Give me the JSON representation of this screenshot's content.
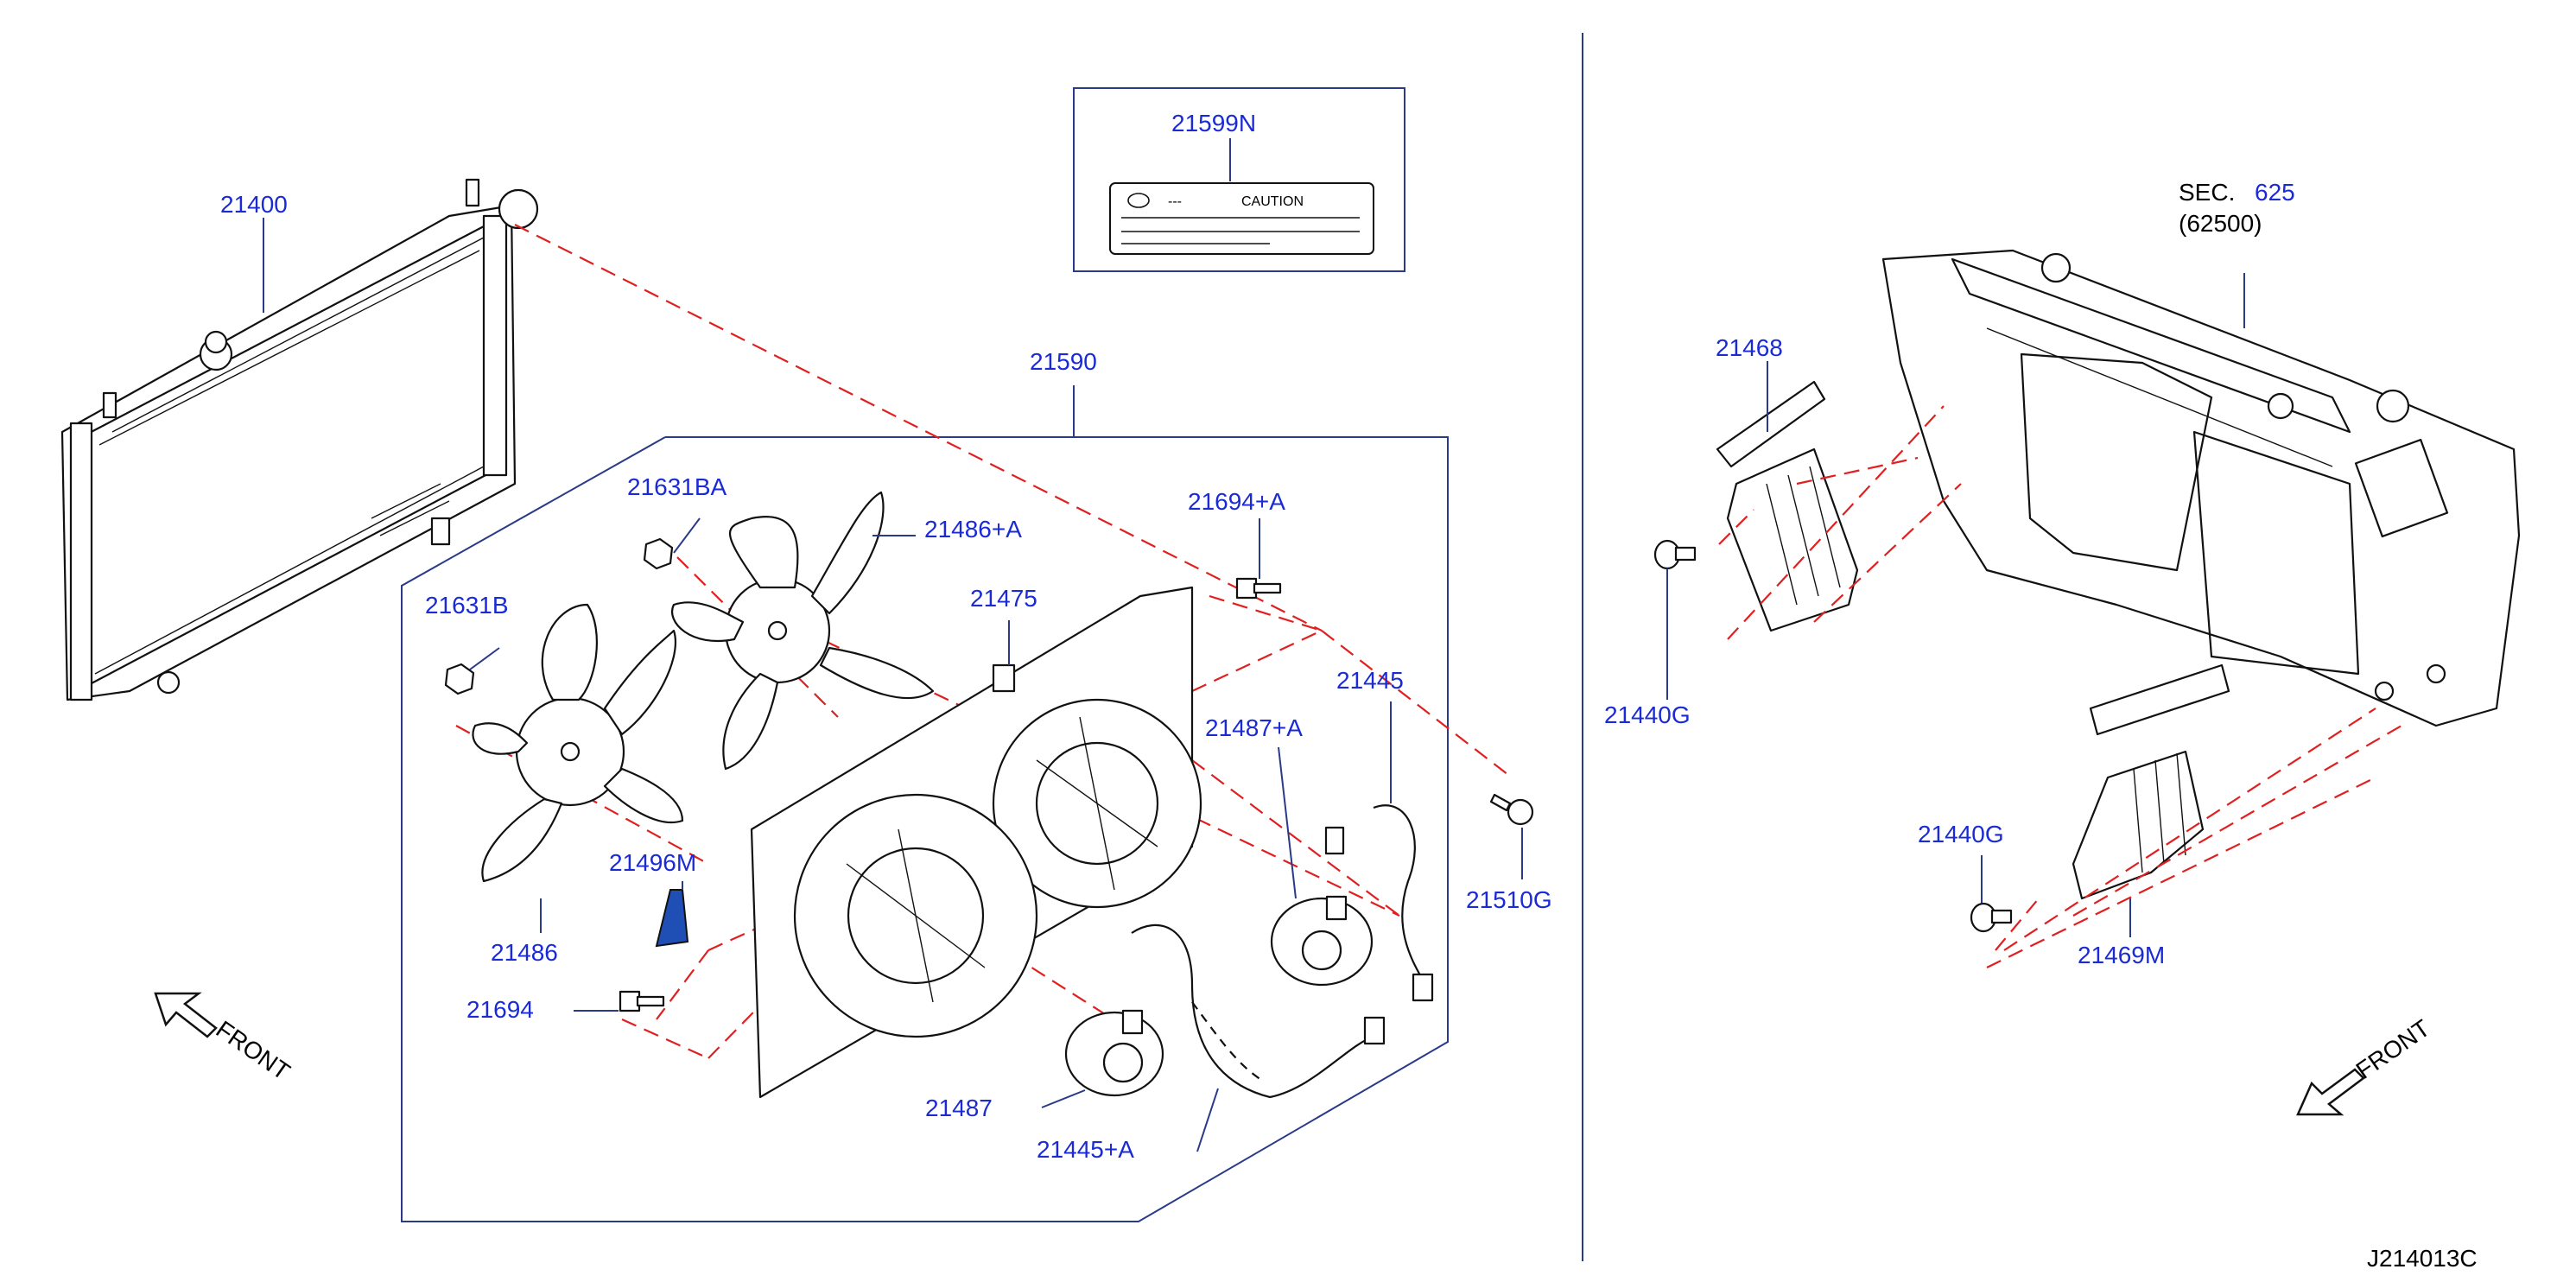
{
  "parts": {
    "p21400": "21400",
    "p21599N": "21599N",
    "p21590": "21590",
    "p21631BA": "21631BA",
    "p21486A": "21486+A",
    "p21694A": "21694+A",
    "p21631B": "21631B",
    "p21475": "21475",
    "p21445": "21445",
    "p21487A": "21487+A",
    "p21496M": "21496M",
    "p21510G": "21510G",
    "p21486": "21486",
    "p21694": "21694",
    "p21487": "21487",
    "p21445A": "21445+A",
    "p21468": "21468",
    "p21440G_top": "21440G",
    "p21440G_bottom": "21440G",
    "p21469M": "21469M"
  },
  "section": {
    "prefix": "SEC.",
    "number": "625",
    "code": "(62500)"
  },
  "caution_label": {
    "dashes": "---",
    "word": "CAUTION"
  },
  "front_left": "FRONT",
  "front_right": "FRONT",
  "diagram_id": "J214013C",
  "colors": {
    "part_number": "#1a2bd6",
    "leader_line": "#2a3a8a",
    "dashed_guide": "#e02020",
    "part_outline": "#111111",
    "highlighted_part": "#1f4fb4"
  }
}
